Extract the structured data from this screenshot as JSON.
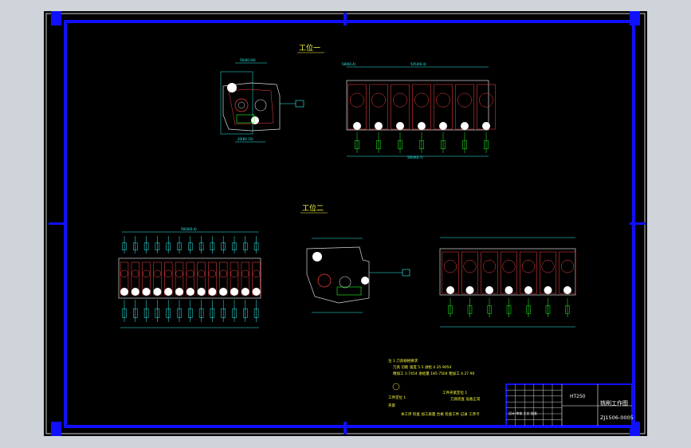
{
  "drawing": {
    "station_one_title": "工位一",
    "station_two_title": "工位二",
    "dimensions": {
      "width_a": "56(K0.04)",
      "width_b": "58(K0.4)",
      "flat_a": "20(K0.15)",
      "length_a": "545(K0.4)",
      "length_b": "560(K0.7)",
      "length_c": "560(K0.4)"
    },
    "notes": [
      "注 1.刀具规格要求",
      "刀具 切削 速度 5.5  进给 4.35-9054",
      "精加工 1:7454 进给量 185-7504 粗加工 4.27 90",
      "工件夹紧定位 1",
      "刀具检查 设备正常",
      "工件定位 1",
      "夹紧",
      "本工序 检查 加工质量 合格 检查工件 记录 工序卡"
    ]
  },
  "title_block": {
    "material": "HT250",
    "drawing_title": "铣削工作图",
    "drawing_number": "ZJ1506-0005",
    "row_label": "设计 审核 工艺 批准"
  }
}
